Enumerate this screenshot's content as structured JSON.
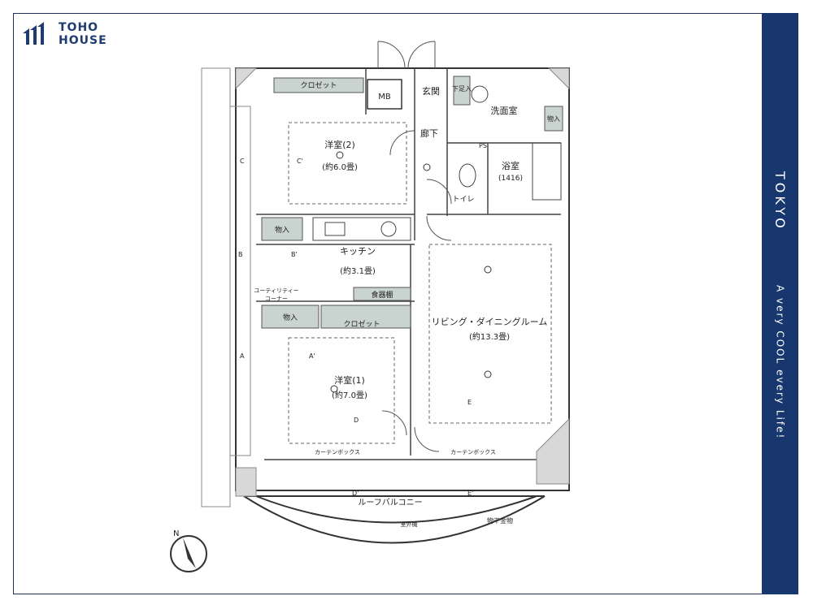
{
  "brand": {
    "line1": "TOHO",
    "line2": "HOUSE"
  },
  "sidebar": {
    "brand": "TOKYO",
    "tagline": "A very COOL every Life!"
  },
  "floorplan": {
    "rooms": {
      "closet_top": "クロゼット",
      "mb": "MB",
      "entrance": "玄関",
      "shoe_box": "下足入",
      "washroom": "洗面室",
      "storage_right": "物入",
      "hallway": "廊下",
      "ps": "PS",
      "bathroom_name": "浴室",
      "bathroom_size": "(1416)",
      "toilet": "トイレ",
      "bedroom2_name": "洋室(2)",
      "bedroom2_size": "(約6.0畳)",
      "storage_kitchen": "物入",
      "kitchen_name": "キッチン",
      "kitchen_size": "(約3.1畳)",
      "cupboard": "食器棚",
      "utility_corner_1": "ユーティリティー",
      "utility_corner_2": "コーナー",
      "storage_mid": "物入",
      "closet_mid": "クロゼット",
      "living_name": "リビング・ダイニングルーム",
      "living_size": "(約13.3畳)",
      "bedroom1_name": "洋室(1)",
      "bedroom1_size": "(約7.0畳)",
      "curtain_box_left": "カーテンボックス",
      "curtain_box_right": "カーテンボックス",
      "roof_balcony": "ルーフバルコニー",
      "laundry_hanger": "物干金物",
      "outdoor_unit": "室外機",
      "compass_n": "N"
    },
    "section_marks": {
      "c": "C",
      "c_prime": "C'",
      "b": "B",
      "b_prime": "B'",
      "a": "A",
      "a_prime": "A'",
      "d": "D",
      "d_prime": "D'",
      "e": "E",
      "e_prime": "E'"
    }
  }
}
